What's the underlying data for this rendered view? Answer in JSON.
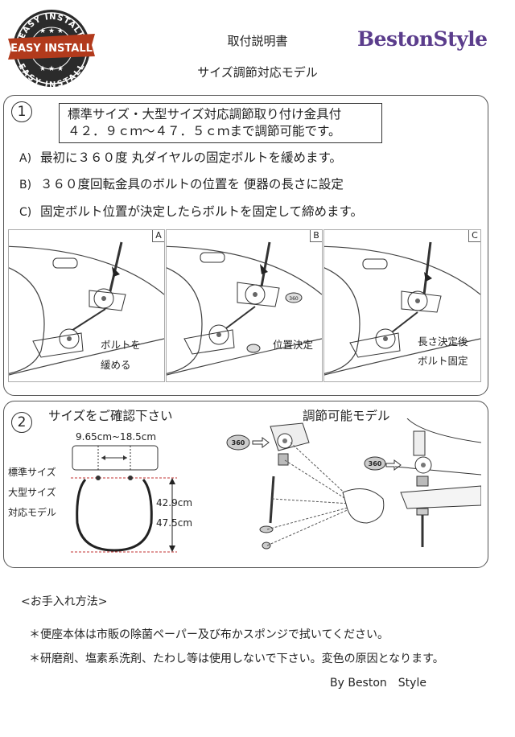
{
  "badge": {
    "line1": "EASY INSTALL",
    "line2": "EASY INSTALL",
    "line3": "EASY INSTALL"
  },
  "header": {
    "title": "取付説明書",
    "subtitle": "サイズ調節対応モデル",
    "brand": "BestonStyle"
  },
  "section1": {
    "number": "1",
    "box_line1": "標準サイズ・大型サイズ対応調節取り付け金具付",
    "box_line2": "４２．９ｃｍ～４７．５ｃｍまで調節可能です。",
    "steps": [
      {
        "key": "A)",
        "text": "最初に３６０度 丸ダイヤルの固定ボルトを緩めます。"
      },
      {
        "key": "B)",
        "text": "３６０度回転金具のボルトの位置を 便器の長さに設定"
      },
      {
        "key": "C)",
        "text": "固定ボルト位置が決定したらボルトを固定して締めます。"
      }
    ],
    "figures": [
      {
        "corner": "A",
        "label1": "ボルトを",
        "label2": "緩める"
      },
      {
        "corner": "B",
        "label1": "位置決定",
        "label2": ""
      },
      {
        "corner": "C",
        "label1": "長さ決定後",
        "label2": "ボルト固定"
      }
    ],
    "dial_label": "360"
  },
  "section2": {
    "number": "2",
    "left_title": "サイズをご確認下さい",
    "right_title": "調節可能モデル",
    "measure_range": "9.65cm~18.5cm",
    "side_labels": [
      "標準サイズ",
      "大型サイズ",
      "対応モデル"
    ],
    "len1": "42.9cm",
    "len2": "47.5cm",
    "dial_label": "360"
  },
  "care": {
    "heading": "<お手入れ方法>",
    "line1": "＊便座本体は市販の除菌ペーパー及び布かスポンジで拭いてください。",
    "line2": "＊研磨剤、塩素系洗剤、たわし等は使用しないで下さい。変色の原因となります。",
    "signature": "By Beston　Style"
  }
}
